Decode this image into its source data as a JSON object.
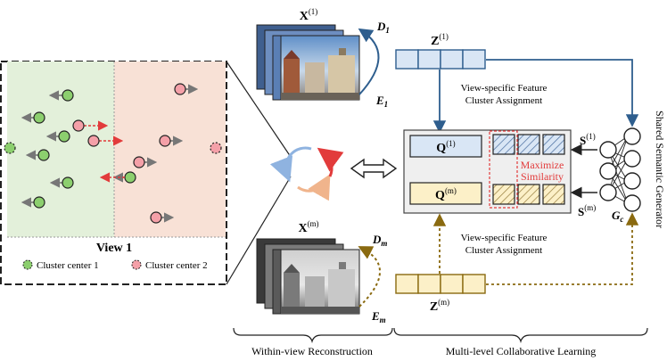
{
  "view_panel": {
    "title": "View 1",
    "legend": [
      {
        "label": "Cluster center 1",
        "color": "#8ccf6e"
      },
      {
        "label": "Cluster center 2",
        "color": "#f4a0a8"
      }
    ]
  },
  "top_view": {
    "image_label": "X",
    "image_sup": "(1)",
    "decoder": "D",
    "decoder_sub": "1",
    "encoder": "E",
    "encoder_sub": "1",
    "latent": "Z",
    "latent_sup": "(1)"
  },
  "bottom_view": {
    "image_label": "X",
    "image_sup": "(m)",
    "decoder": "D",
    "decoder_sub": "m",
    "encoder": "E",
    "encoder_sub": "m",
    "latent": "Z",
    "latent_sup": "(m)"
  },
  "feature_assignment": {
    "top_line1": "View-specific Feature",
    "top_line2": "Cluster Assignment",
    "bottom_line1": "View-specific Feature",
    "bottom_line2": "Cluster Assignment"
  },
  "q_box": {
    "q_top": "Q",
    "q_top_sup": "(1)",
    "q_bottom": "Q",
    "q_bottom_sup": "(m)",
    "maximize_line1": "Maximize",
    "maximize_line2": "Similarity"
  },
  "semantic": {
    "s_top": "S",
    "s_top_sup": "(1)",
    "s_bottom": "S",
    "s_bottom_sup": "(m)",
    "generator": "G",
    "generator_sub": "c",
    "side_label": "Shared Semantic Generator"
  },
  "brackets": {
    "left": "Within-view Reconstruction",
    "right": "Multi-level Collaborative Learning"
  },
  "colors": {
    "blue_fill": "#d9e6f5",
    "blue_line": "#2e5e8e",
    "yellow_fill": "#fcf0c8",
    "brown_line": "#8a6a10",
    "green_region": "#e3f0da",
    "pink_region": "#f8e1d6",
    "maximize_red": "#e23b3b"
  }
}
